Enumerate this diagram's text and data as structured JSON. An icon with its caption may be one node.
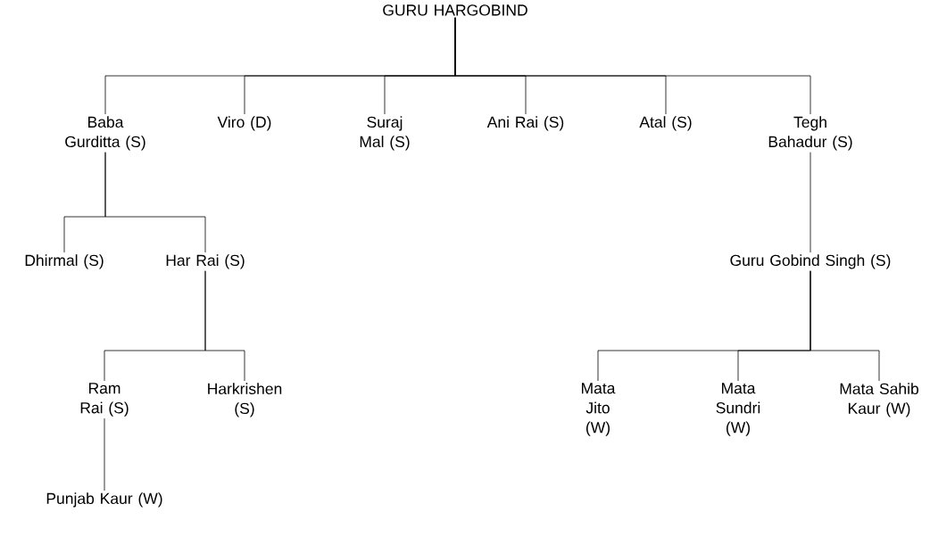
{
  "diagram": {
    "nodes": [
      {
        "text": [
          "GURU HARGOBIND"
        ]
      },
      {
        "text": [
          "Baba Gurditta (S)"
        ]
      },
      {
        "text": [
          "Viro (D)"
        ]
      },
      {
        "text": [
          "Suraj Mal (S)"
        ]
      },
      {
        "text": [
          "Ani Rai (S)"
        ]
      },
      {
        "text": [
          "Atal (S)"
        ]
      },
      {
        "text": [
          "Tegh Bahadur (S)"
        ]
      },
      {
        "text": [
          "Dhirmal (S)"
        ]
      },
      {
        "text": [
          "Har Rai (S)"
        ]
      },
      {
        "text": [
          "Guru Gobind Singh (S)"
        ]
      },
      {
        "text": [
          "Ram Rai (S)"
        ]
      },
      {
        "text": [
          "Harkrishen (S)"
        ]
      },
      {
        "text": [
          "Punjab Kaur (W)"
        ]
      },
      {
        "text": [
          "Mata Jito (W)"
        ]
      },
      {
        "text": [
          "Mata Sundri (W)"
        ]
      },
      {
        "text": [
          "Mata Sahib Kaur (W)"
        ]
      }
    ],
    "edges": [
      {
        "from": 0,
        "to": 1,
        "arrow": "none"
      },
      {
        "from": 0,
        "to": 2,
        "arrow": "none"
      },
      {
        "from": 0,
        "to": 3,
        "arrow": "none"
      },
      {
        "from": 0,
        "to": 4,
        "arrow": "none"
      },
      {
        "from": 0,
        "to": 5,
        "arrow": "none"
      },
      {
        "from": 0,
        "to": 6,
        "arrow": "none"
      },
      {
        "from": 1,
        "to": 7,
        "arrow": "none"
      },
      {
        "from": 1,
        "to": 8,
        "arrow": "none"
      },
      {
        "from": 6,
        "to": 9,
        "arrow": "none"
      },
      {
        "from": 8,
        "to": 10,
        "arrow": "none"
      },
      {
        "from": 8,
        "to": 11,
        "arrow": "none"
      },
      {
        "from": 10,
        "to": 12,
        "arrow": "none"
      },
      {
        "from": 9,
        "to": 13,
        "arrow": "none"
      },
      {
        "from": 9,
        "to": 14,
        "arrow": "none"
      },
      {
        "from": 9,
        "to": 15,
        "arrow": "none"
      }
    ]
  }
}
